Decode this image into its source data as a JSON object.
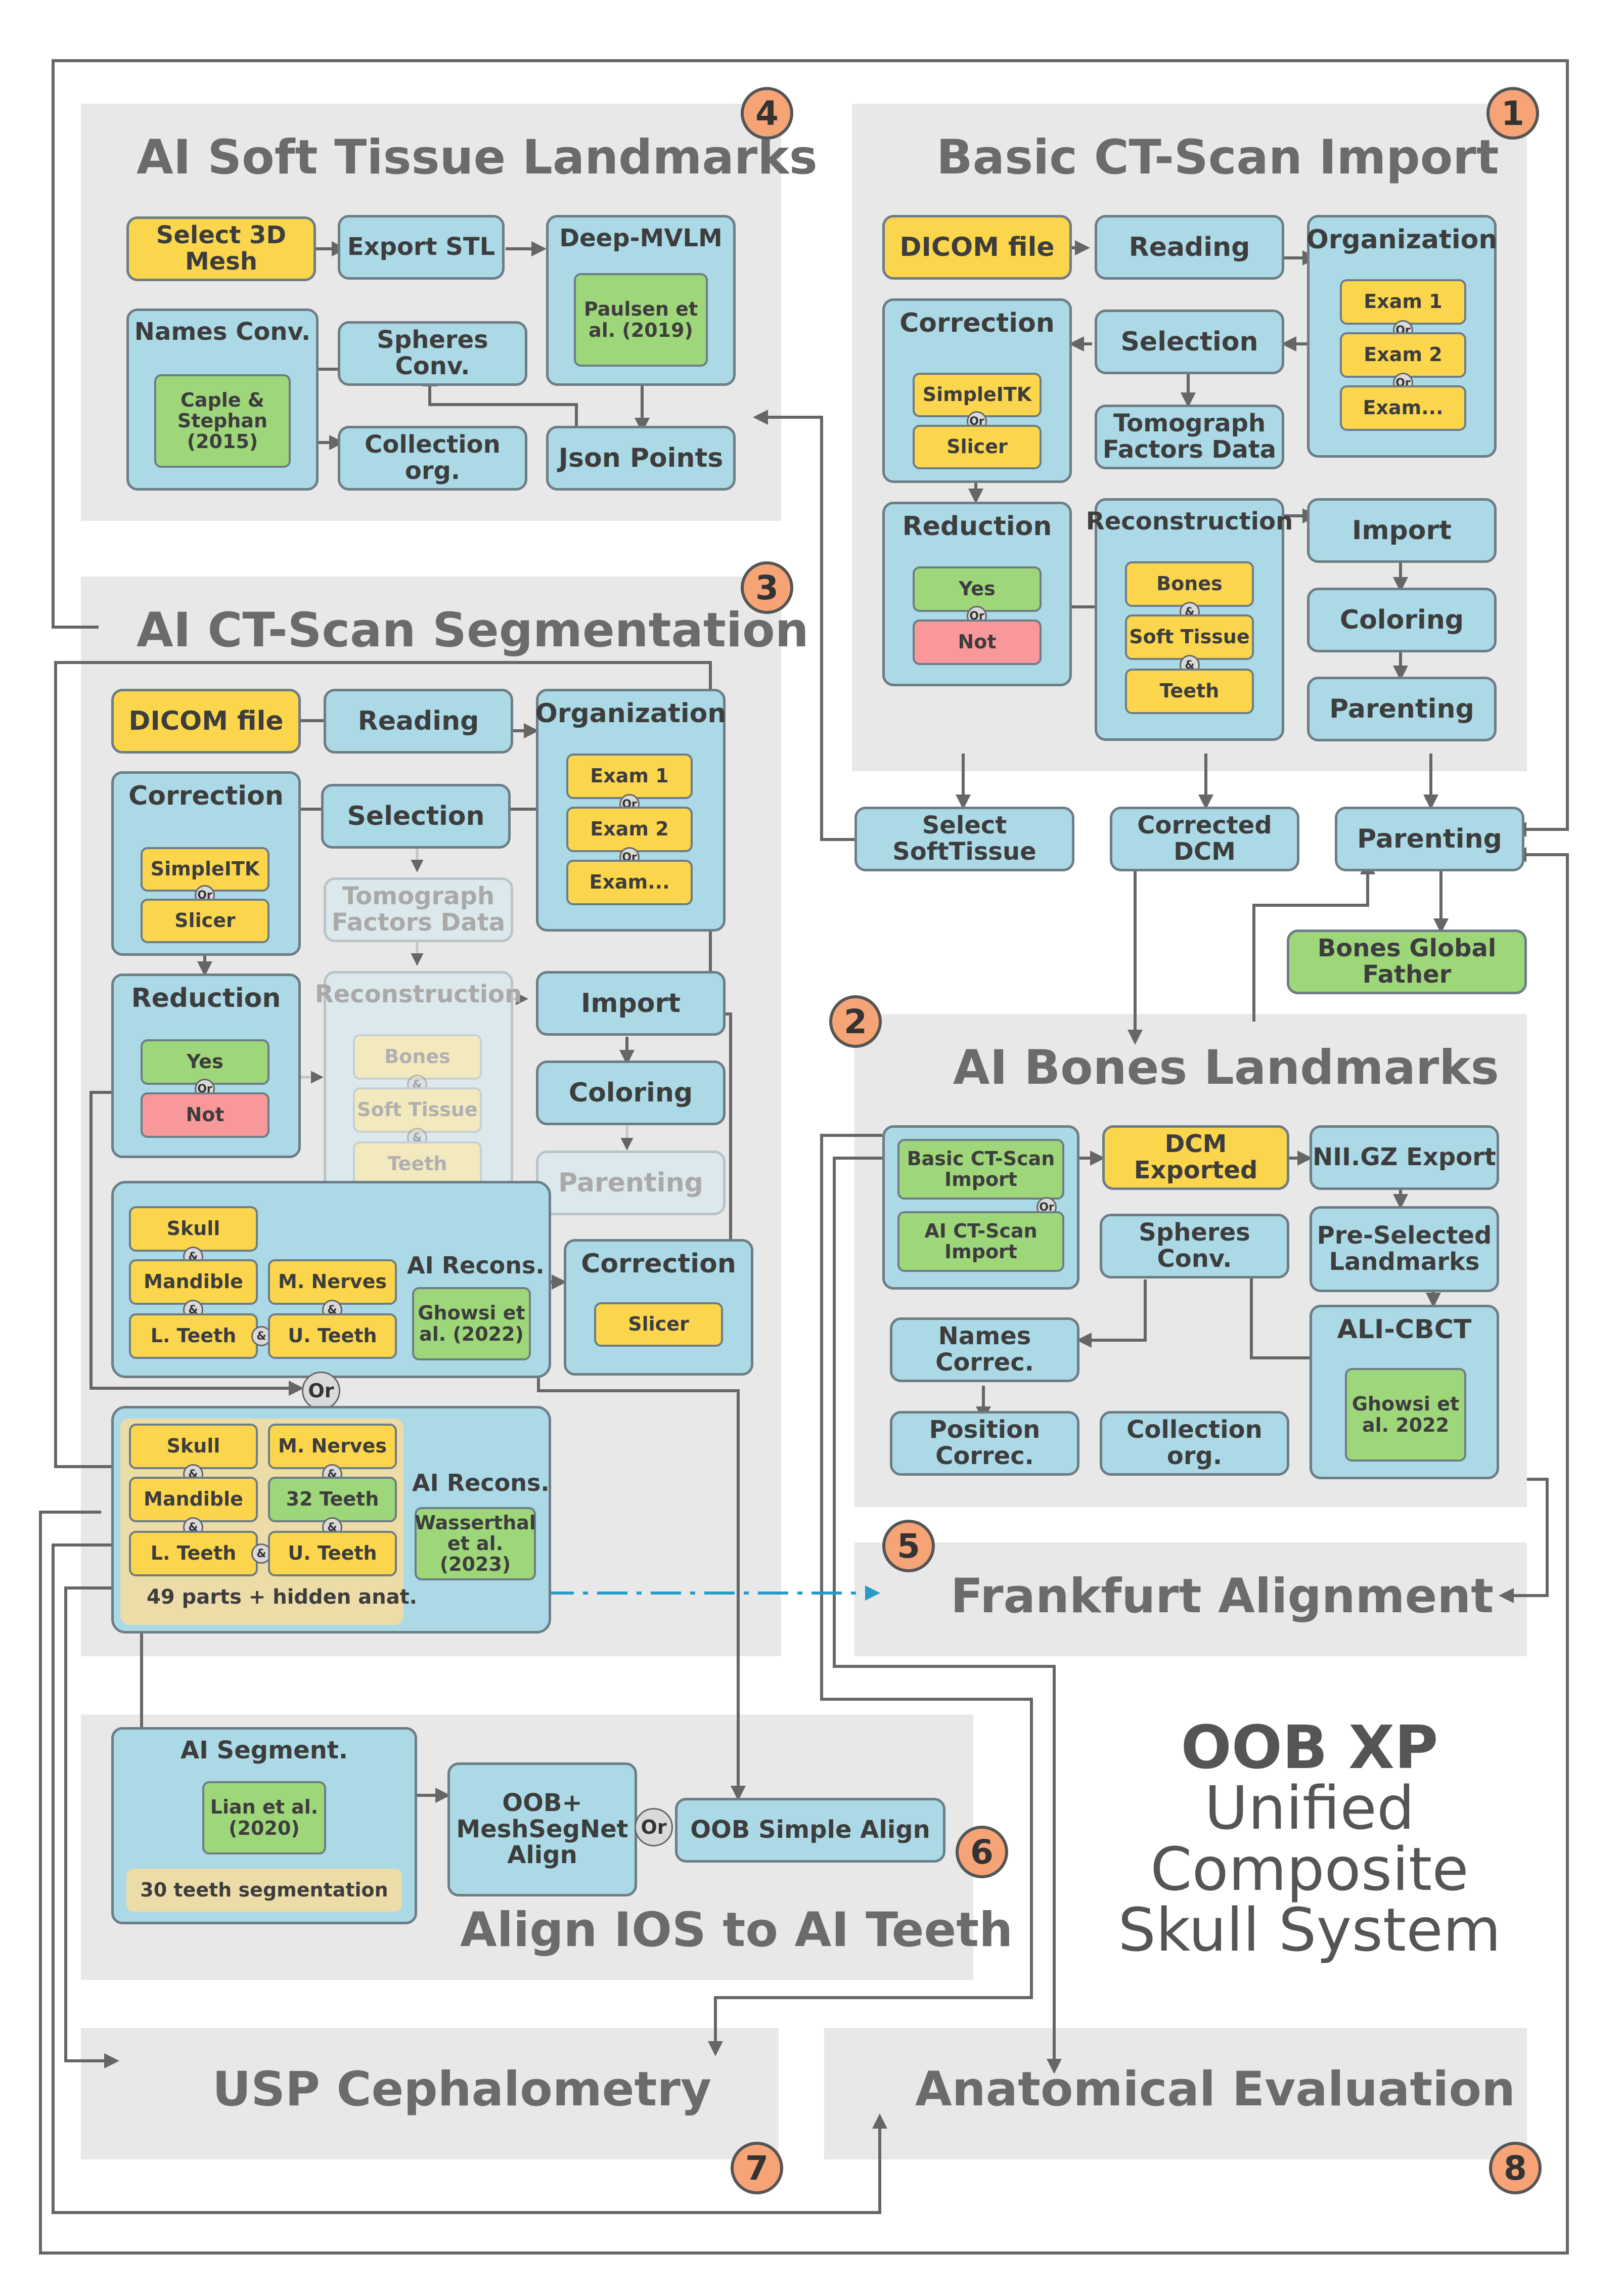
{
  "title": {
    "line1": "OOB XP",
    "line2": "Unified",
    "line3": "Composite",
    "line4": "Skull System"
  },
  "sections": {
    "s1": {
      "number": "1",
      "title": "Basic CT-Scan Import"
    },
    "s2": {
      "number": "2",
      "title": "AI Bones Landmarks"
    },
    "s3": {
      "number": "3",
      "title": "AI CT-Scan Segmentation"
    },
    "s4": {
      "number": "4",
      "title": "AI Soft Tissue Landmarks"
    },
    "s5": {
      "number": "5",
      "title": "Frankfurt Alignment"
    },
    "s6": {
      "number": "6",
      "title": "Align IOS to AI Teeth"
    },
    "s7": {
      "number": "7",
      "title": "USP Cephalometry"
    },
    "s8": {
      "number": "8",
      "title": "Anatomical Evaluation"
    }
  },
  "s4": {
    "select_mesh": "Select 3D Mesh",
    "export_stl": "Export STL",
    "deep_mvlm": "Deep-MVLM",
    "paulsen": "Paulsen et al. (2019)",
    "names_conv": "Names Conv.",
    "caple": "Caple & Stephan (2015)",
    "spheres_conv": "Spheres Conv.",
    "collection_org": "Collection org.",
    "json_points": "Json Points"
  },
  "s1": {
    "dicom": "DICOM file",
    "reading": "Reading",
    "organization": "Organization",
    "exam1": "Exam 1",
    "exam2": "Exam 2",
    "exam_more": "Exam...",
    "correction": "Correction",
    "simpleitk": "SimpleITK",
    "slicer": "Slicer",
    "selection": "Selection",
    "tomograph": "Tomograph Factors Data",
    "reduction": "Reduction",
    "yes": "Yes",
    "not": "Not",
    "reconstruction": "Reconstruction",
    "bones": "Bones",
    "soft_tissue": "Soft Tissue",
    "teeth": "Teeth",
    "import": "Import",
    "coloring": "Coloring",
    "parenting": "Parenting"
  },
  "outputs": {
    "select_soft": "Select SoftTissue",
    "corrected_dcm": "Corrected DCM",
    "parenting": "Parenting",
    "bones_father": "Bones Global Father"
  },
  "s3": {
    "dicom": "DICOM file",
    "reading": "Reading",
    "organization": "Organization",
    "exam1": "Exam 1",
    "exam2": "Exam 2",
    "exam_more": "Exam...",
    "correction": "Correction",
    "simpleitk": "SimpleITK",
    "slicer": "Slicer",
    "selection": "Selection",
    "tomograph": "Tomograph Factors Data",
    "reduction": "Reduction",
    "yes": "Yes",
    "not": "Not",
    "reconstruction": "Reconstruction",
    "bones": "Bones",
    "soft_tissue": "Soft Tissue",
    "teeth": "Teeth",
    "import": "Import",
    "coloring": "Coloring",
    "parenting": "Parenting",
    "skull": "Skull",
    "mandible": "Mandible",
    "l_teeth": "L. Teeth",
    "m_nerves": "M. Nerves",
    "u_teeth": "U. Teeth",
    "ai_recons": "AI Recons.",
    "ghowsi": "Ghowsi et al. (2022)",
    "correction2": "Correction",
    "slicer2": "Slicer",
    "or": "Or",
    "skull2": "Skull",
    "mandible2": "Mandible",
    "l_teeth2": "L. Teeth",
    "m_nerves2": "M. Nerves",
    "teeth32": "32 Teeth",
    "u_teeth2": "U. Teeth",
    "ai_recons2": "AI Recons.",
    "wasserthal": "Wasserthal et al. (2023)",
    "parts": "49 parts + hidden anat."
  },
  "s2": {
    "basic_import": "Basic CT-Scan Import",
    "ai_import": "AI CT-Scan Import",
    "dcm_exported": "DCM Exported",
    "nii_export": "NII.GZ Export",
    "spheres_conv": "Spheres Conv.",
    "preselected": "Pre-Selected Landmarks",
    "names_correc": "Names Correc.",
    "ali_cbct": "ALI-CBCT",
    "ghowsi": "Ghowsi et al. 2022",
    "position_correc": "Position Correc.",
    "collection_org": "Collection org."
  },
  "s6": {
    "ai_segment": "AI Segment.",
    "lian": "Lian et al. (2020)",
    "teeth30": "30 teeth segmentation",
    "meshsegnet": "OOB+ MeshSegNet Align",
    "or": "Or",
    "simple_align": "OOB Simple Align"
  },
  "connectors": {
    "or": "Or",
    "and": "&"
  },
  "colors": {
    "section_bg": "#e8e8e8",
    "box_blue": "#abd9e6",
    "box_yellow": "#fbd64c",
    "box_green": "#9ed67a",
    "box_red": "#f8989b",
    "box_tan": "#ecdca8",
    "badge": "#f6a476",
    "line": "#666666",
    "dashed_arrow": "#2a9bc4"
  }
}
